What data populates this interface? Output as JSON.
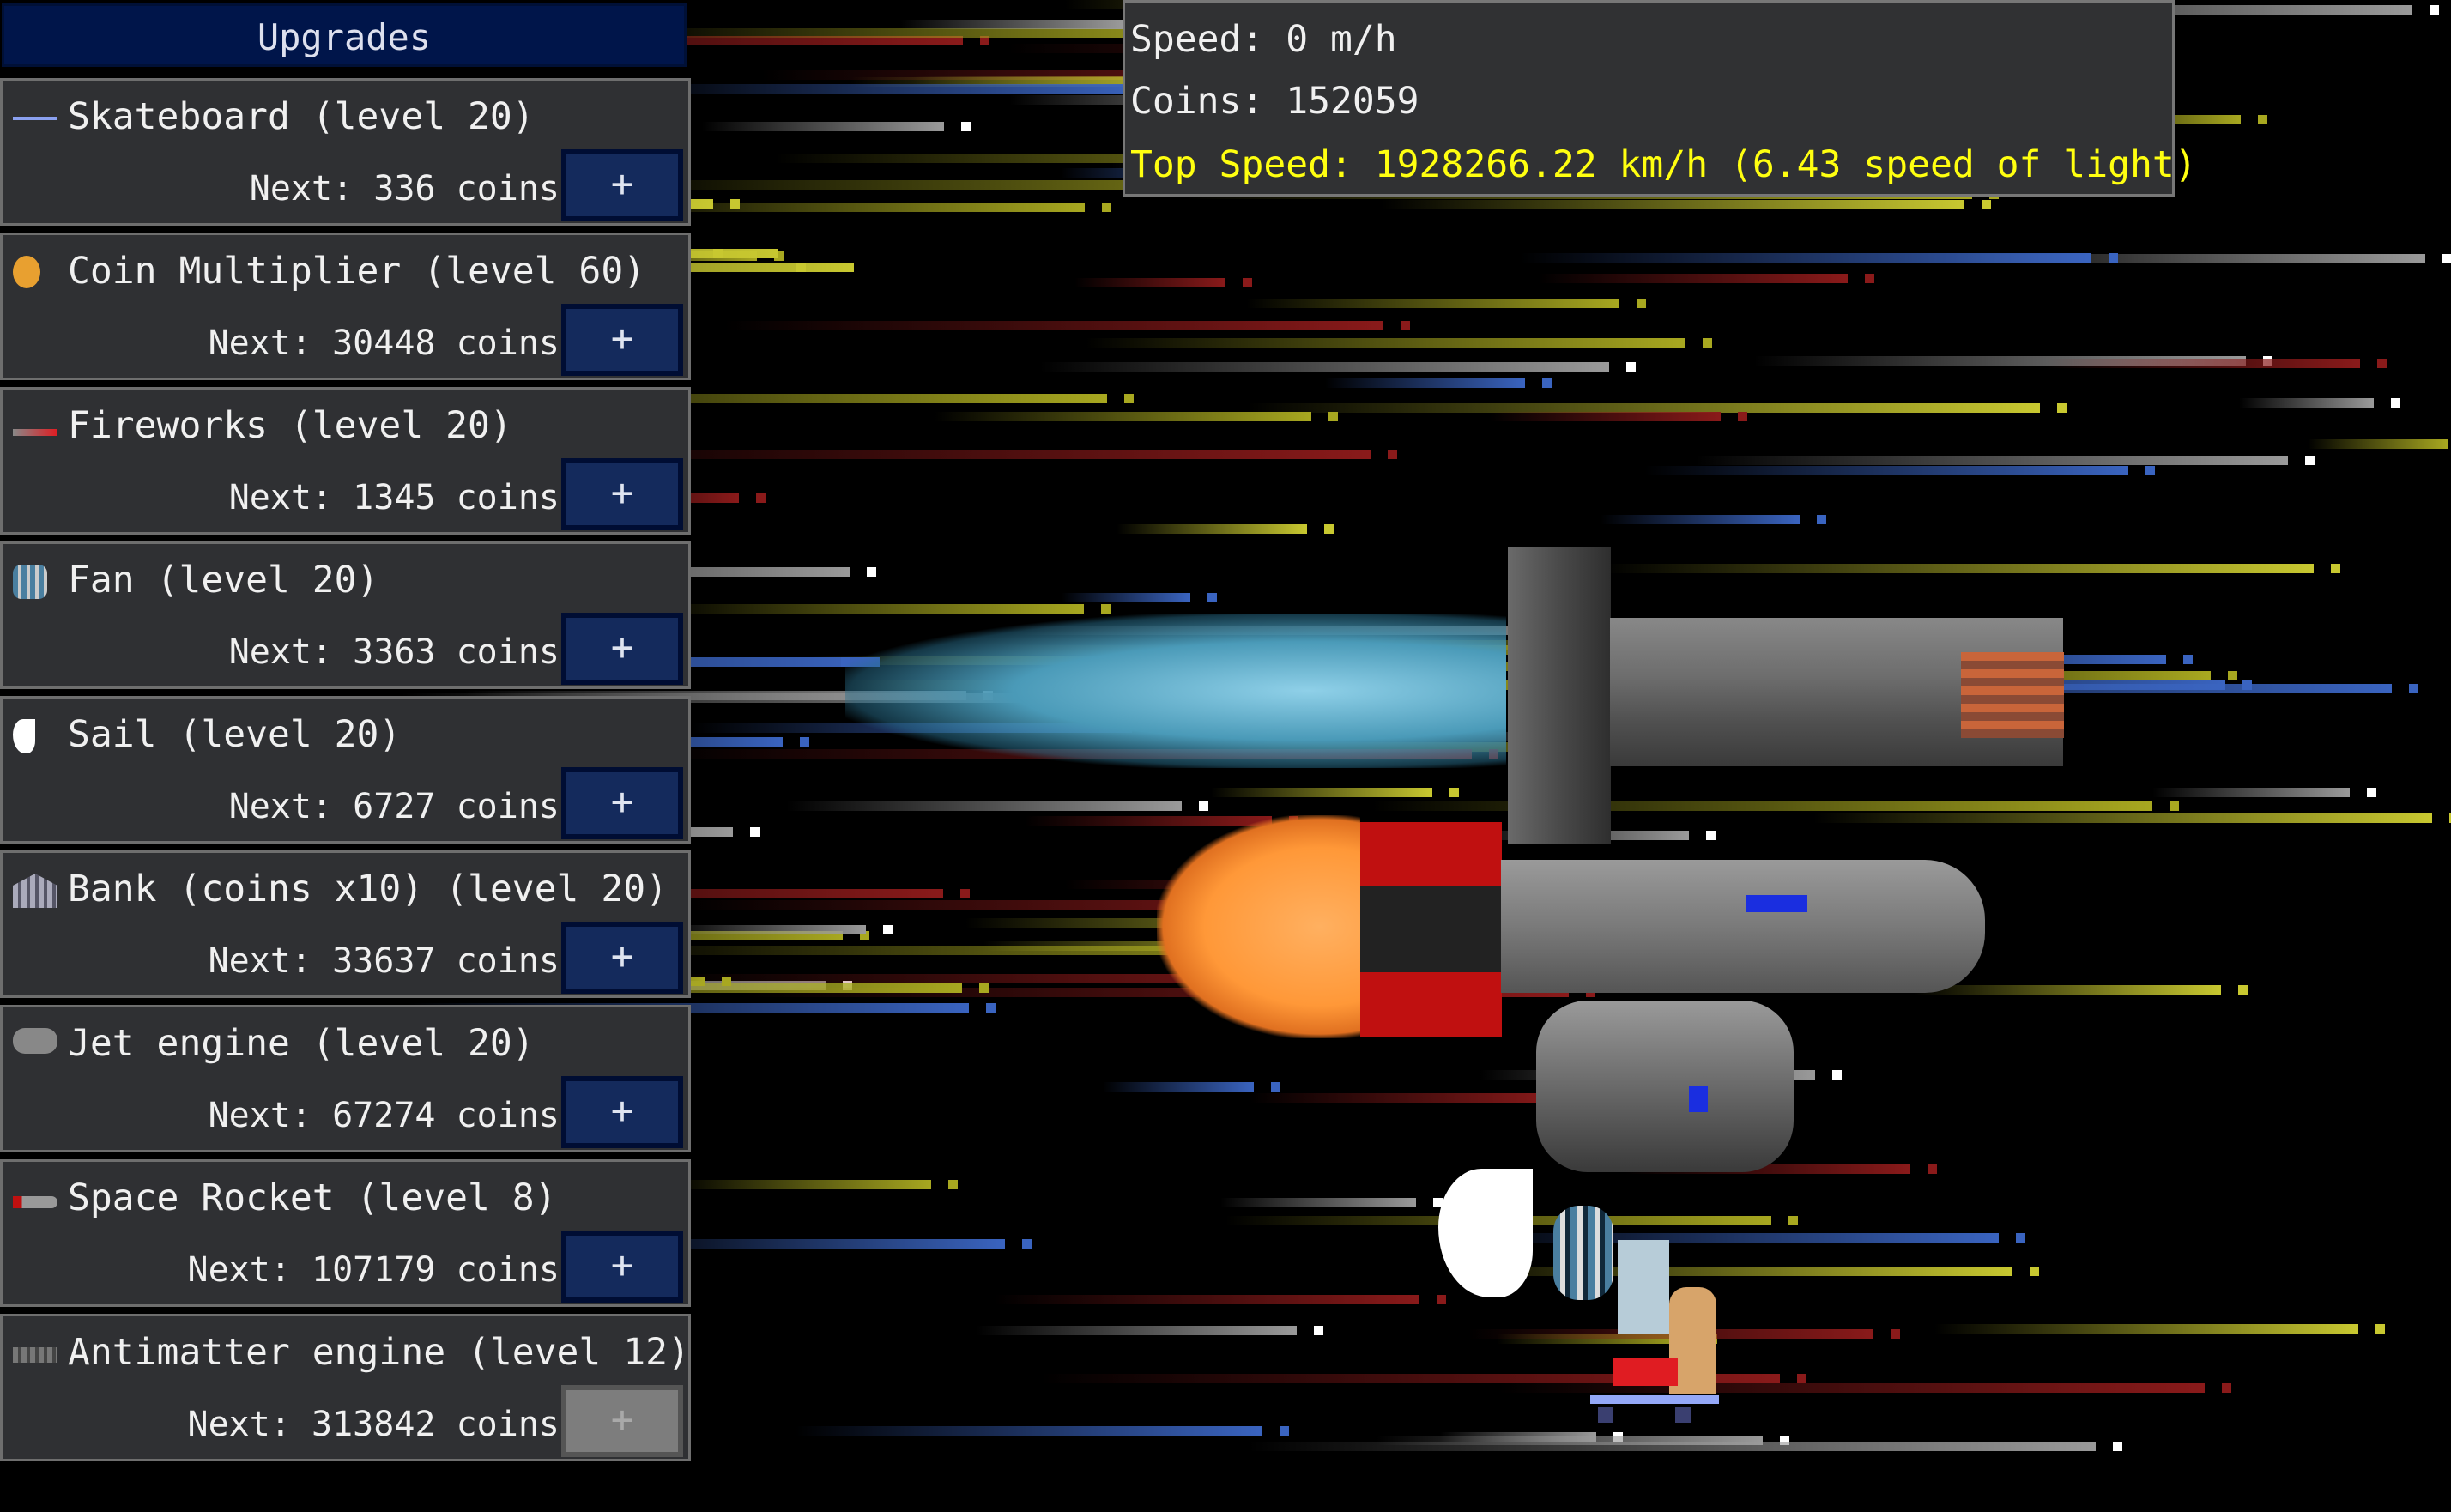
{
  "panel": {
    "title": "Upgrades",
    "items": [
      {
        "icon": "skateboard-icon",
        "title": "Skateboard (level 20)",
        "next": "Next: 336 coins",
        "button": "+",
        "enabled": true
      },
      {
        "icon": "coin-icon",
        "title": "Coin Multiplier (level 60)",
        "next": "Next: 30448 coins",
        "button": "+",
        "enabled": true
      },
      {
        "icon": "fireworks-icon",
        "title": "Fireworks (level 20)",
        "next": "Next: 1345 coins",
        "button": "+",
        "enabled": true
      },
      {
        "icon": "fan-icon",
        "title": "Fan (level 20)",
        "next": "Next: 3363 coins",
        "button": "+",
        "enabled": true
      },
      {
        "icon": "sail-icon",
        "title": "Sail (level 20)",
        "next": "Next: 6727 coins",
        "button": "+",
        "enabled": true
      },
      {
        "icon": "bank-icon",
        "title": "Bank (coins x10) (level 20)",
        "next": "Next: 33637 coins",
        "button": "+",
        "enabled": true
      },
      {
        "icon": "jet-engine-icon",
        "title": "Jet engine (level 20)",
        "next": "Next: 67274 coins",
        "button": "+",
        "enabled": true
      },
      {
        "icon": "space-rocket-icon",
        "title": "Space Rocket (level 8)",
        "next": "Next: 107179 coins",
        "button": "+",
        "enabled": true
      },
      {
        "icon": "antimatter-engine-icon",
        "title": "Antimatter engine (level 12)",
        "next": "Next: 313842 coins",
        "button": "+",
        "enabled": false
      }
    ]
  },
  "stats": {
    "speed": "Speed: 0 m/h",
    "coins": "Coins: 152059",
    "top_speed": "Top Speed: 1928266.22 km/h (6.43 speed of light)"
  },
  "colors": {
    "highlight": "#ffff10",
    "button": "#142a5c",
    "disabled": "#7d7d7d"
  }
}
